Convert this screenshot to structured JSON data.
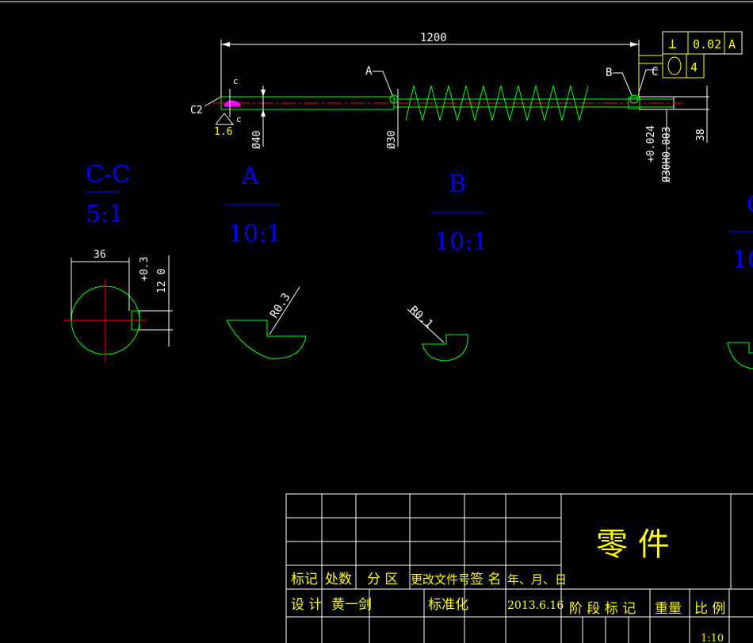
{
  "main_view": {
    "length_dim": "1200",
    "label_a": "A",
    "label_b": "B",
    "label_c": "C",
    "chamfer": "C2",
    "section_c_small": "c",
    "section_c_small2": "c",
    "roughness": "1.6",
    "dia_40": "Ø40",
    "dia_30": "Ø30",
    "tol_upper": "+0.024",
    "tol_bore": "Ø30H0.003",
    "dim_38": "38"
  },
  "gdt": {
    "perp_symbol": "⊥",
    "perp_value": "0.02",
    "datum": "A",
    "circ_symbol": "○",
    "circ_value": "4"
  },
  "section_cc": {
    "title": "C-C",
    "scale": "5:1",
    "dim_36": "36",
    "dim_tol": "+0.3",
    "dim_12": "12 0"
  },
  "detail_a": {
    "title": "A",
    "scale": "10:1",
    "radius": "R0.3"
  },
  "detail_b": {
    "title": "B",
    "scale": "10:1",
    "radius": "R0.1"
  },
  "detail_c": {
    "title": "C",
    "scale": "10"
  },
  "title_block": {
    "part_name": "零   件",
    "h_mark": "标记",
    "h_count": "处数",
    "h_zone": "分 区",
    "h_docno": "更改文件号",
    "h_sign": "签 名",
    "h_date": "年、月、日",
    "r_design": "设 计",
    "r_designer": "黄一剑",
    "r_standard": "标准化",
    "r_date": "2013.6.16",
    "r_stage": "阶 段 标 记",
    "r_weight": "重量",
    "r_ratio": "比 例",
    "r_scale": "1:10"
  },
  "colors": {
    "background": "#000000",
    "geometry": "#00ff00",
    "dimension": "#ffff00",
    "annotation": "#0000ff",
    "centerline": "#ff0000",
    "hatch": "#ff00ff",
    "border": "#ffffff"
  }
}
